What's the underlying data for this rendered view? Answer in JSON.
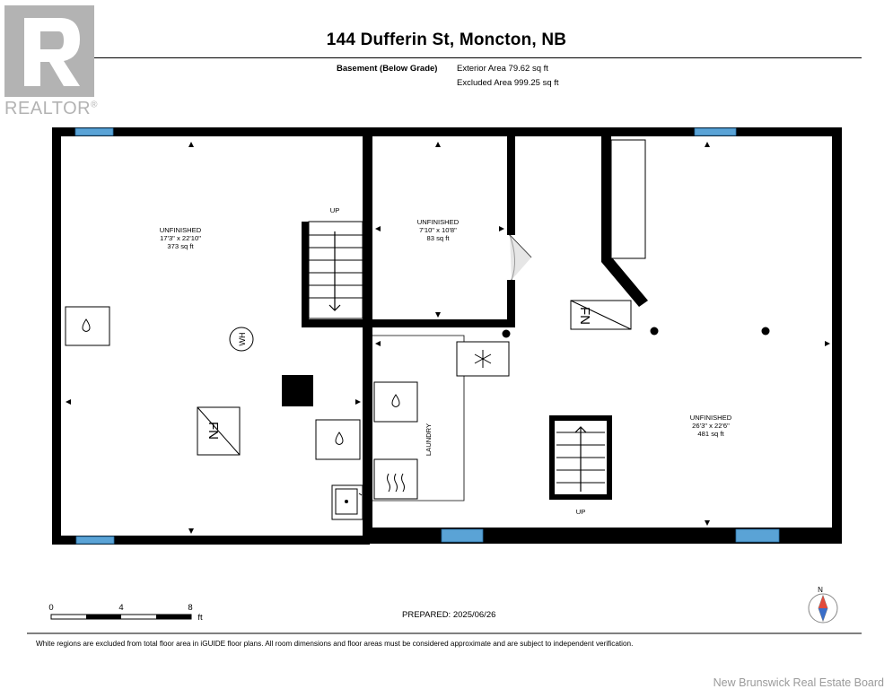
{
  "header": {
    "title": "144 Dufferin St, Moncton, NB",
    "level": "Basement (Below Grade)",
    "exterior_area": "Exterior Area 79.62 sq ft",
    "excluded_area": "Excluded Area 999.25 sq ft"
  },
  "logo": {
    "text": "REALTOR",
    "mark": "®"
  },
  "rooms": {
    "left": {
      "name": "UNFINISHED",
      "dims": "17'3\" x 22'10\"",
      "area": "373 sq ft"
    },
    "middle": {
      "name": "UNFINISHED",
      "dims": "7'10\" x 10'8\"",
      "area": "83 sq ft"
    },
    "right": {
      "name": "UNFINISHED",
      "dims": "26'3\" x 22'6\"",
      "area": "481 sq ft"
    },
    "laundry": {
      "name": "LAUNDRY"
    }
  },
  "stairs": {
    "up_left": "UP",
    "up_right": "UP"
  },
  "fixtures": {
    "water_heater": "WH",
    "furnace": "FN"
  },
  "scale": {
    "zero": "0",
    "mid": "4",
    "max": "8",
    "unit": "ft"
  },
  "compass": {
    "north": "N"
  },
  "prepared": "PREPARED: 2025/06/26",
  "disclaimer": "White regions are excluded from total floor area in iGUIDE floor plans. All room dimensions and floor areas must be considered approximate and are subject to independent verification.",
  "watermark": "New Brunswick Real Estate Board"
}
